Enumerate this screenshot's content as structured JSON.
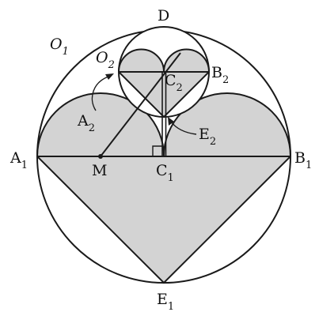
{
  "diagram": {
    "colors": {
      "stroke": "#1a1a1a",
      "fill": "#d3d3d3",
      "background": "#ffffff"
    },
    "labels": {
      "O1": {
        "base": "O",
        "sub": "1"
      },
      "O2": {
        "base": "O",
        "sub": "2"
      },
      "D": {
        "base": "D",
        "sub": ""
      },
      "C2": {
        "base": "C",
        "sub": "2"
      },
      "B2": {
        "base": "B",
        "sub": "2"
      },
      "A2": {
        "base": "A",
        "sub": "2"
      },
      "E2": {
        "base": "E",
        "sub": "2"
      },
      "A1": {
        "base": "A",
        "sub": "1"
      },
      "M": {
        "base": "M",
        "sub": ""
      },
      "C1": {
        "base": "C",
        "sub": "1"
      },
      "B1": {
        "base": "B",
        "sub": "1"
      },
      "E1": {
        "base": "E",
        "sub": "1"
      }
    }
  }
}
